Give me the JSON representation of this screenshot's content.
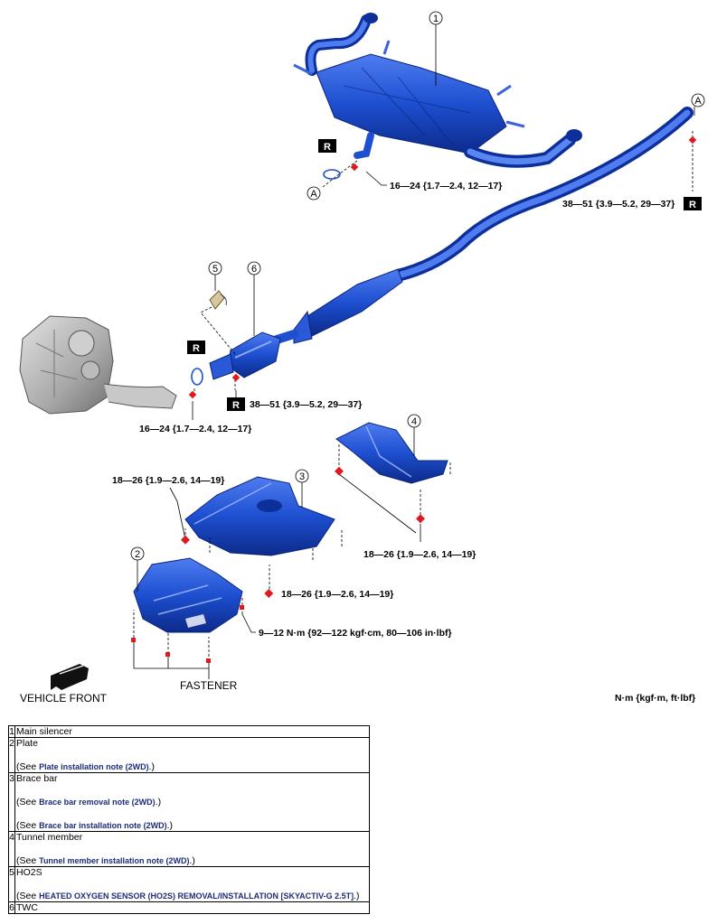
{
  "diagram": {
    "callouts": [
      "1",
      "2",
      "3",
      "4",
      "5",
      "6",
      "A"
    ],
    "r_mark": "R",
    "torque": {
      "t_16_24": "16—24 {1.7—2.4, 12—17}",
      "t_38_51": "38—51 {3.9—5.2, 29—37}",
      "t_18_26": "18—26 {1.9—2.6, 14—19}",
      "t_9_12": "9—12 N·m {92—122 kgf·cm, 80—106 in·lbf}"
    },
    "fastener": "FASTENER",
    "vehicle_front": "VEHICLE FRONT",
    "units": "N·m {kgf·m, ft·lbf}",
    "colors": {
      "part": "#1d4fd0",
      "part_dark": "#0d2f9a",
      "engine": "#b5b5b5",
      "bolt": "#e0191e",
      "r_box": "#000000"
    }
  },
  "parts_table": {
    "see_prefix": "(See ",
    "see_suffix": ".)",
    "rows": [
      {
        "num": "1",
        "name": "Main silencer"
      },
      {
        "num": "2",
        "name": "Plate",
        "links": [
          "Plate installation note (2WD)"
        ]
      },
      {
        "num": "3",
        "name": "Brace bar",
        "links": [
          "Brace bar removal note (2WD)",
          "Brace bar installation note (2WD)"
        ]
      },
      {
        "num": "4",
        "name": "Tunnel member",
        "links": [
          "Tunnel member installation note (2WD)"
        ]
      },
      {
        "num": "5",
        "name": "HO2S",
        "links": [
          "HEATED OXYGEN SENSOR (HO2S) REMOVAL/INSTALLATION [SKYACTIV-G 2.5T]"
        ]
      },
      {
        "num": "6",
        "name": "TWC"
      }
    ]
  }
}
